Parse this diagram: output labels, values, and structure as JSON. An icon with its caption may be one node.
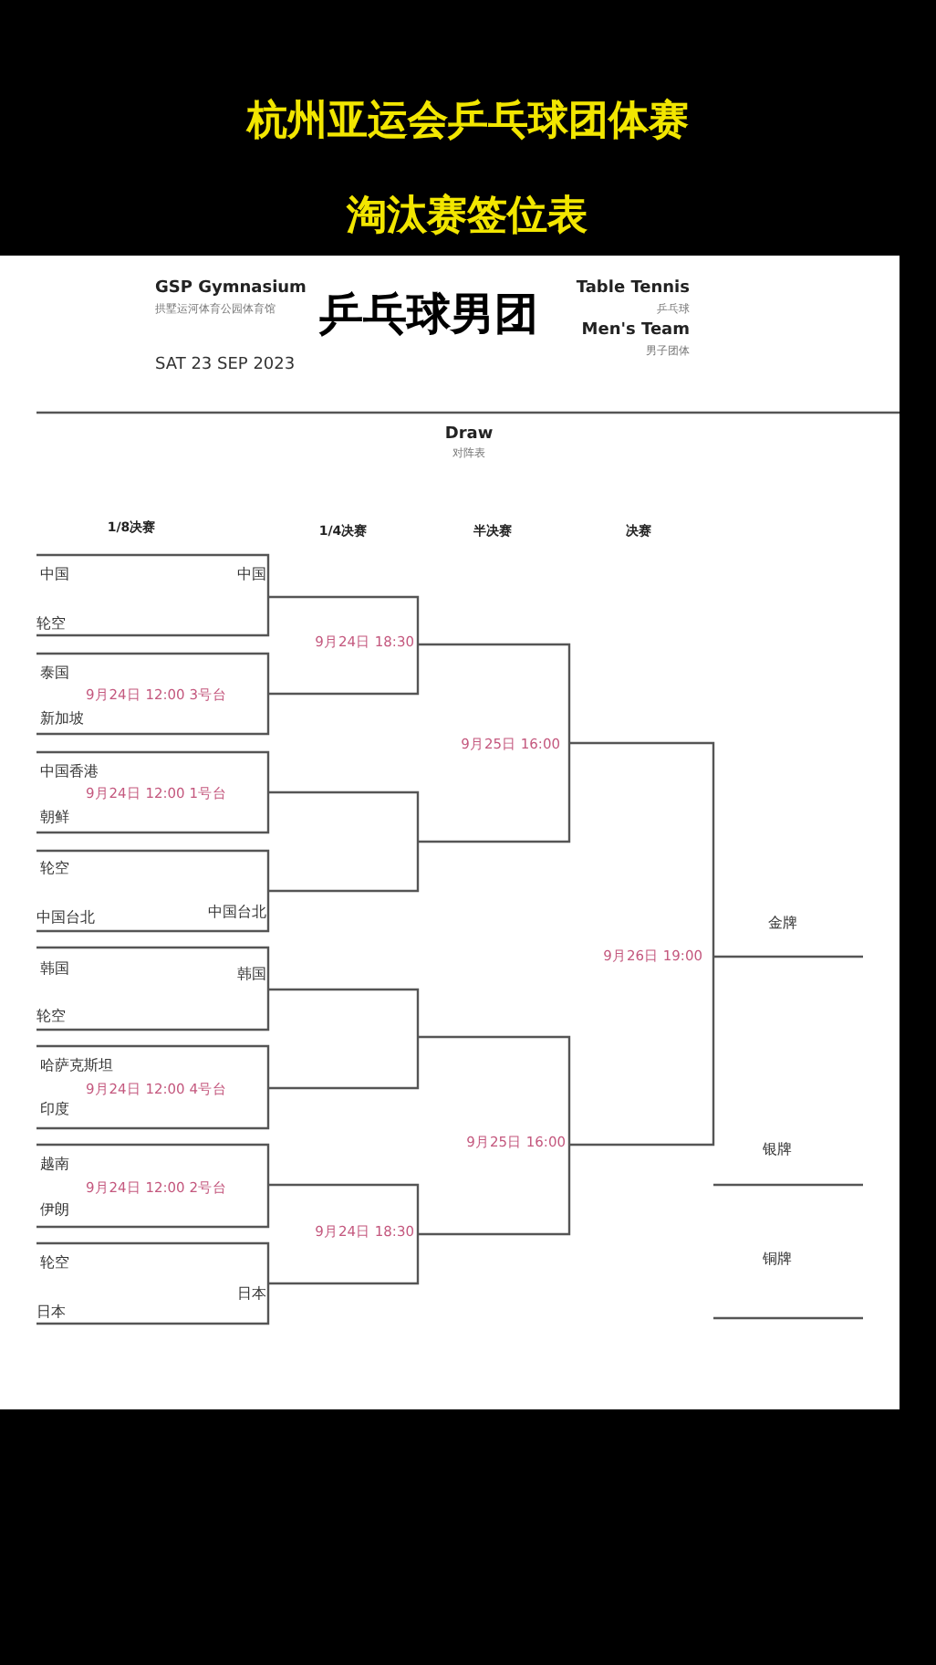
{
  "diagram": {
    "title": "杭州亚运会乒乓球团体赛",
    "labels": [
      "淘汰赛签位表",
      "GSP Gymnasium",
      "拱墅运河体育公园体育馆",
      "乒乓球男团",
      "Table Tennis",
      "乒乓球",
      "Men's Team",
      "男子团体",
      "SAT 23 SEP 2023",
      "Draw",
      "对阵表",
      "1/8决赛",
      "1/4决赛",
      "半决赛",
      "决赛",
      "中国",
      "中国",
      "轮空",
      "9月24日 18:30",
      "泰国",
      "9月24日 12:00 3号台",
      "新加坡",
      "9月25日 16:00",
      "中国香港",
      "9月24日 12:00 1号台",
      "朝鲜",
      "轮空",
      "中国台北",
      "中国台北",
      "金牌",
      "9月26日 19:00",
      "韩国",
      "韩国",
      "轮空",
      "哈萨克斯坦",
      "9月24日 12:00 4号台",
      "印度",
      "9月25日 16:00",
      "越南",
      "9月24日 12:00 2号台",
      "银牌",
      "伊朗",
      "9月24日 18:30",
      "轮空",
      "铜牌",
      "日本",
      "日本"
    ]
  }
}
